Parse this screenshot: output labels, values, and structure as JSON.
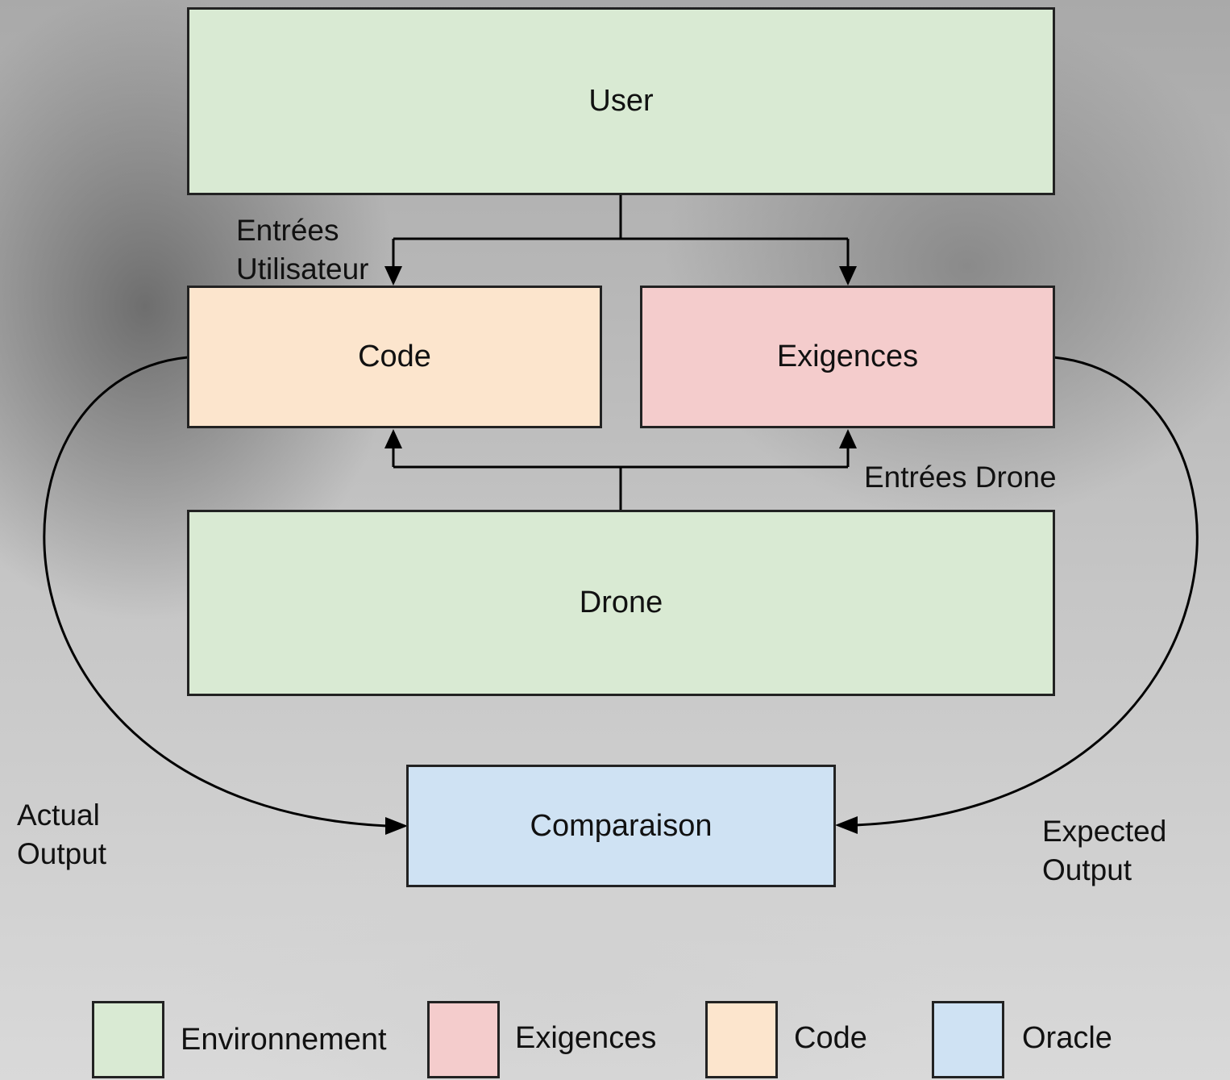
{
  "nodes": {
    "user": "User",
    "code": "Code",
    "requirements": "Exigences",
    "drone": "Drone",
    "comparison": "Comparaison"
  },
  "edge_labels": {
    "user_inputs": "Entrées\nUtilisateur",
    "drone_inputs": "Entrées Drone",
    "actual_output": "Actual\nOutput",
    "expected_output": "Expected\nOutput"
  },
  "legend": [
    {
      "label": "Environnement",
      "color": "#d9ead3"
    },
    {
      "label": "Exigences",
      "color": "#f4cccc"
    },
    {
      "label": "Code",
      "color": "#fce5cd"
    },
    {
      "label": "Oracle",
      "color": "#cfe2f3"
    }
  ],
  "colors": {
    "environment": "#d9ead3",
    "requirements": "#f4cccc",
    "code": "#fce5cd",
    "oracle": "#cfe2f3",
    "line": "#000000"
  }
}
